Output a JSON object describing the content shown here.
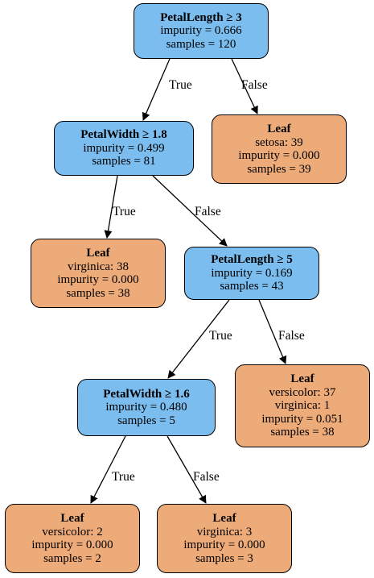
{
  "colors": {
    "split_fill": "#7bbdee",
    "leaf_fill": "#eeab7a",
    "edge": "#000000"
  },
  "nodes": {
    "n0": {
      "title": "PetalLength ≥ 3",
      "lines": [
        "impurity = 0.666",
        "samples = 120"
      ]
    },
    "n1": {
      "title": "PetalWidth ≥ 1.8",
      "lines": [
        "impurity = 0.499",
        "samples = 81"
      ]
    },
    "n2": {
      "title": "Leaf",
      "lines": [
        "setosa: 39",
        "impurity = 0.000",
        "samples = 39"
      ]
    },
    "n3": {
      "title": "Leaf",
      "lines": [
        "virginica: 38",
        "impurity = 0.000",
        "samples = 38"
      ]
    },
    "n4": {
      "title": "PetalLength ≥ 5",
      "lines": [
        "impurity = 0.169",
        "samples = 43"
      ]
    },
    "n5": {
      "title": "PetalWidth ≥ 1.6",
      "lines": [
        "impurity = 0.480",
        "samples = 5"
      ]
    },
    "n6": {
      "title": "Leaf",
      "lines": [
        "versicolor: 37",
        "virginica: 1",
        "impurity = 0.051",
        "samples = 38"
      ]
    },
    "n7": {
      "title": "Leaf",
      "lines": [
        "versicolor: 2",
        "impurity = 0.000",
        "samples = 2"
      ]
    },
    "n8": {
      "title": "Leaf",
      "lines": [
        "virginica: 3",
        "impurity = 0.000",
        "samples = 3"
      ]
    }
  },
  "edges": {
    "e01": "True",
    "e02": "False",
    "e13": "True",
    "e14": "False",
    "e45": "True",
    "e46": "False",
    "e57": "True",
    "e58": "False"
  }
}
